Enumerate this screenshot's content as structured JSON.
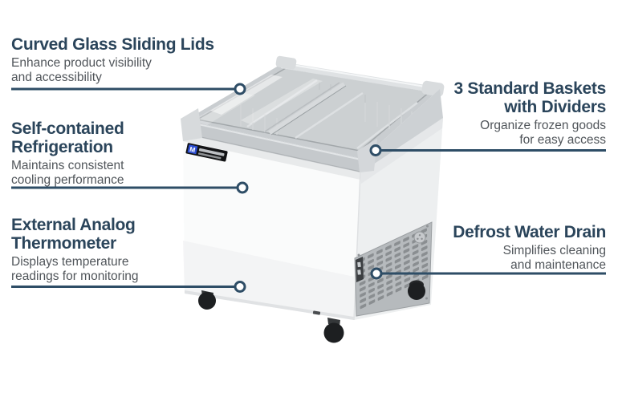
{
  "infographic": {
    "background": "#ffffff",
    "colors": {
      "feature_title": "#2b455b",
      "feature_description": "#50555a",
      "leader_line": "#2e4d66",
      "dot_fill": "#ffffff",
      "logo_blue": "#2d4fd4"
    },
    "brand": {
      "logo_letter": "M"
    },
    "features": [
      {
        "id": "curved-glass-sliding-lids",
        "side": "left",
        "title_lines": [
          "Curved Glass Sliding Lids"
        ],
        "desc_lines": [
          "Enhance product visibility",
          "and accessibility"
        ]
      },
      {
        "id": "self-contained-refrigeration",
        "side": "left",
        "title_lines": [
          "Self-contained",
          "Refrigeration"
        ],
        "desc_lines": [
          "Maintains consistent",
          "cooling performance"
        ]
      },
      {
        "id": "external-analog-thermometer",
        "side": "left",
        "title_lines": [
          "External Analog",
          "Thermometer"
        ],
        "desc_lines": [
          "Displays temperature",
          "readings for monitoring"
        ]
      },
      {
        "id": "three-standard-baskets-with-dividers",
        "side": "right",
        "title_lines": [
          "3 Standard Baskets",
          "with Dividers"
        ],
        "desc_lines": [
          "Organize frozen goods",
          "for easy access"
        ]
      },
      {
        "id": "defrost-water-drain",
        "side": "right",
        "title_lines": [
          "Defrost Water Drain"
        ],
        "desc_lines": [
          "Simplifies cleaning",
          "and maintenance"
        ]
      }
    ]
  }
}
